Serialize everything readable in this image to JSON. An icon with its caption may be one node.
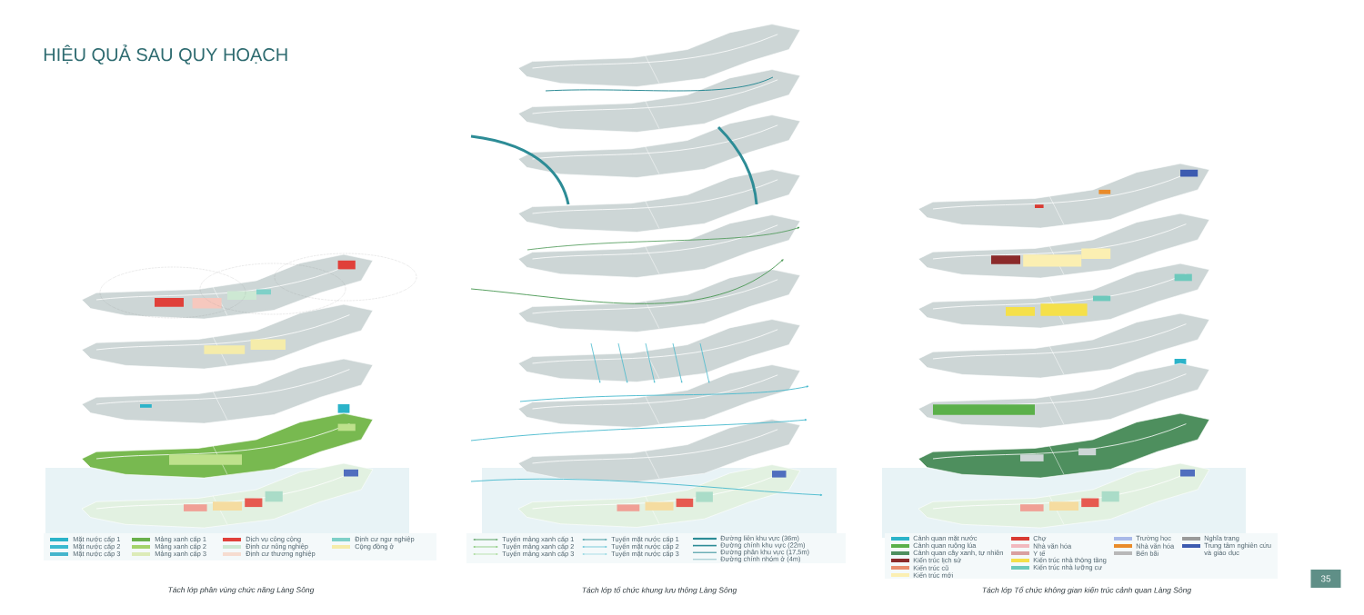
{
  "diagram": {
    "title": "HIỆU QUẢ SAU QUY HOẠCH",
    "labels": [
      "Tách lớp phân vùng chức năng Làng Sông",
      "Tách lớp tổ chức khung lưu thông Làng Sông",
      "Tách lớp Tổ chức không gian kiến trúc cảnh quan Làng Sông",
      "35"
    ],
    "legend": [
      {
        "text": "Mặt nước cấp 1",
        "color": "#2bb3c9"
      },
      {
        "text": "Mặt nước cấp 2",
        "color": "#3bbad0"
      },
      {
        "text": "Mặt nước cấp 3",
        "color": "#45b5cc"
      },
      {
        "text": "Mảng xanh cấp 1",
        "color": "#6ab04c"
      },
      {
        "text": "Mảng xanh cấp 2",
        "color": "#a4d36b"
      },
      {
        "text": "Mảng xanh cấp 3",
        "color": "#dcebb8"
      },
      {
        "text": "Dịch vụ công cộng",
        "color": "#e0403a"
      },
      {
        "text": "Định cư nông nghiệp",
        "color": "#cde8d3"
      },
      {
        "text": "Định cư thương nghiệp",
        "color": "#f6dcd0"
      },
      {
        "text": "Định cư ngư nghiệp",
        "color": "#7fd0c8"
      },
      {
        "text": "Cộng đồng ở",
        "color": "#f5ecaa"
      },
      {
        "text": "Tuyến mảng xanh cấp 1"
      },
      {
        "text": "Tuyến mảng xanh cấp 2"
      },
      {
        "text": "Tuyến mảng xanh cấp 3"
      },
      {
        "text": "Tuyến mặt nước cấp 1"
      },
      {
        "text": "Tuyến mặt nước cấp 2"
      },
      {
        "text": "Tuyến mặt nước cấp 3"
      },
      {
        "text": "Đường liên khu vực (36m)"
      },
      {
        "text": "Đường chính khu vực (22m)"
      },
      {
        "text": "Đường phân khu vực (17,5m)"
      },
      {
        "text": "Đường chính nhóm ở (4m)"
      },
      {
        "text": "Cảnh quan mặt nước",
        "color": "#2bb3c9"
      },
      {
        "text": "Cảnh quan ruộng lúa",
        "color": "#5bb04a"
      },
      {
        "text": "Cảnh quan cây xanh, tự nhiên",
        "color": "#4e8f5e"
      },
      {
        "text": "Kiến trúc lịch sử",
        "color": "#8b2a2a"
      },
      {
        "text": "Kiến trúc cũ",
        "color": "#e98e6e"
      },
      {
        "text": "Kiến trúc mới",
        "color": "#fbefb2"
      },
      {
        "text": "Chợ",
        "color": "#d93a32"
      },
      {
        "text": "Nhà văn hóa",
        "color": "#f2b8be"
      },
      {
        "text": "Y tế",
        "color": "#d9a0a0"
      },
      {
        "text": "Kiến trúc nhà thông tầng",
        "color": "#f5e04a"
      },
      {
        "text": "Kiến trúc nhà lưỡng cư",
        "color": "#6dc9bc"
      },
      {
        "text": "Trường học",
        "color": "#a9b9e8"
      },
      {
        "text": "Nhà văn hóa",
        "color": "#e98b2a"
      },
      {
        "text": "Bến bãi",
        "color": "#b8b8b8"
      },
      {
        "text": "Nghĩa trang",
        "color": "#9a9a9a"
      },
      {
        "text": "Trung tâm nghiên cứu và giáo dục",
        "color": "#3d5bb0"
      }
    ]
  }
}
